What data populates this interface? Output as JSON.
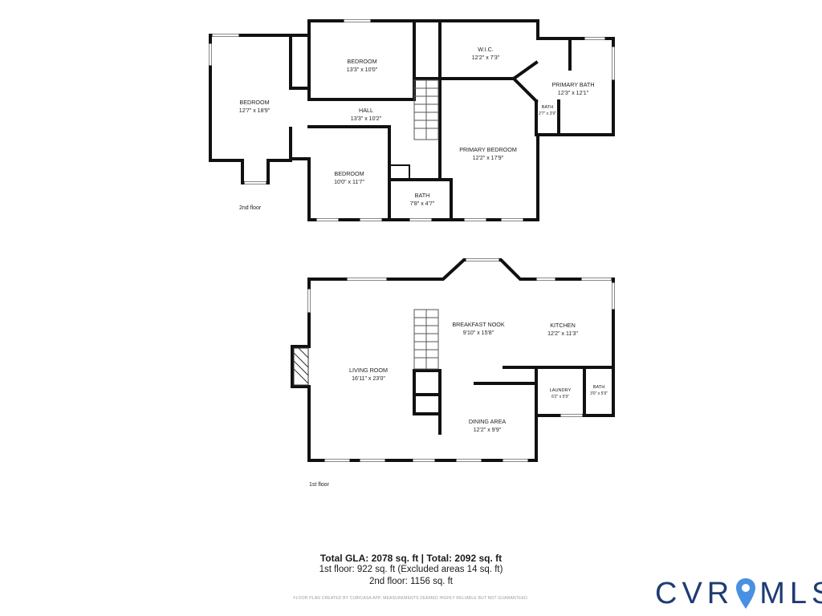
{
  "floors": {
    "second": {
      "label": "2nd floor",
      "rooms": [
        {
          "id": "bedroom-a",
          "name": "BEDROOM",
          "dim": "13'3\" x 10'0\""
        },
        {
          "id": "wic",
          "name": "W.I.C.",
          "dim": "12'2\" x 7'3\""
        },
        {
          "id": "primary-bath",
          "name": "PRIMARY BATH",
          "dim": "12'3\" x 12'1\""
        },
        {
          "id": "bedroom-b",
          "name": "BEDROOM",
          "dim": "12'7\" x 18'9\""
        },
        {
          "id": "hall",
          "name": "HALL",
          "dim": "13'3\" x 10'2\""
        },
        {
          "id": "bath-small",
          "name": "BATH",
          "dim": "2'7\" x 3'9\""
        },
        {
          "id": "primary-bedroom",
          "name": "PRIMARY BEDROOM",
          "dim": "12'2\" x 17'9\""
        },
        {
          "id": "bedroom-c",
          "name": "BEDROOM",
          "dim": "10'0\" x 11'7\""
        },
        {
          "id": "bath-2",
          "name": "BATH",
          "dim": "7'8\" x 4'7\""
        }
      ]
    },
    "first": {
      "label": "1st floor",
      "rooms": [
        {
          "id": "breakfast-nook",
          "name": "BREAKFAST NOOK",
          "dim": "9'10\" x 15'8\""
        },
        {
          "id": "kitchen",
          "name": "KITCHEN",
          "dim": "12'2\" x 11'3\""
        },
        {
          "id": "living-room",
          "name": "LIVING ROOM",
          "dim": "16'11\" x 23'0\""
        },
        {
          "id": "laundry",
          "name": "LAUNDRY",
          "dim": "6'2\" x 5'9\""
        },
        {
          "id": "bath-1",
          "name": "BATH",
          "dim": "3'0\" x 5'9\""
        },
        {
          "id": "dining-area",
          "name": "DINING AREA",
          "dim": "12'2\" x 9'9\""
        }
      ]
    }
  },
  "summary": {
    "total": "Total GLA: 2078 sq. ft | Total: 2092 sq. ft",
    "first_floor": "1st floor: 922 sq. ft (Excluded areas 14 sq. ft)",
    "second_floor": "2nd floor: 1156 sq. ft"
  },
  "disclaimer": "FLOOR PLAN CREATED BY CUBICASA APP. MEASUREMENTS DEEMED HIGHLY RELIABLE BUT NOT GUARANTEED.",
  "logo": {
    "text_left": "CVR",
    "text_right": "MLS",
    "color": "#1f3b73",
    "pin_color": "#4a90e2"
  }
}
